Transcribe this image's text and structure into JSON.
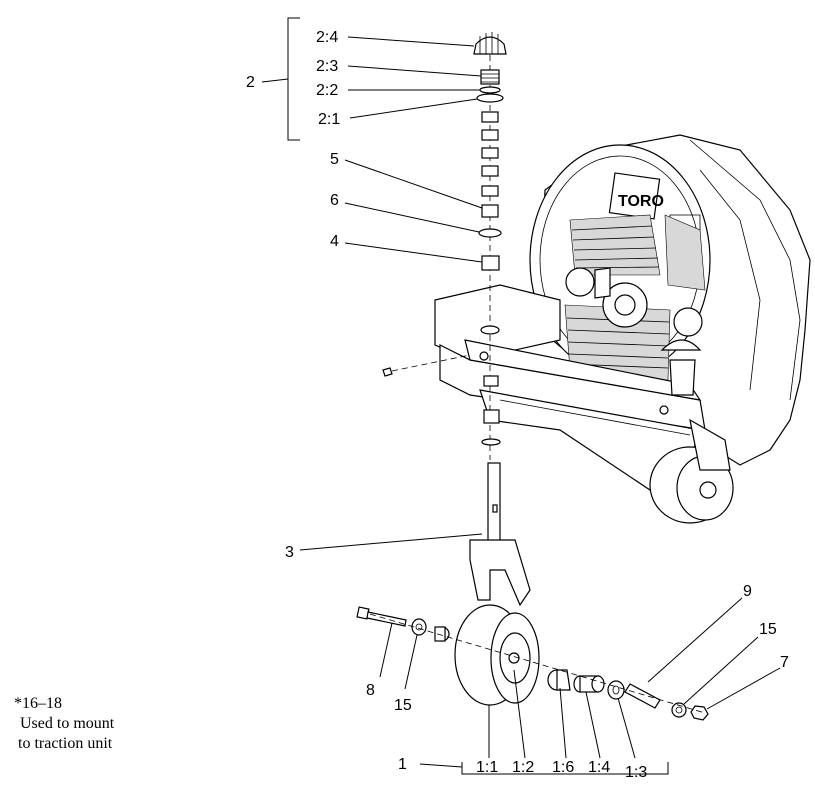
{
  "labels": {
    "l2": "2",
    "l2_4": "2:4",
    "l2_3": "2:3",
    "l2_2": "2:2",
    "l2_1": "2:1",
    "l5": "5",
    "l6": "6",
    "l4": "4",
    "l3": "3",
    "l9": "9",
    "l15a": "15",
    "l15b": "15",
    "l7": "7",
    "l8": "8",
    "l1": "1",
    "l1_1": "1:1",
    "l1_2": "1:2",
    "l1_6": "1:6",
    "l1_4": "1:4",
    "l1_3": "1:3"
  },
  "note": {
    "line1": "*16–18",
    "line2": "Used to mount",
    "line3": "to traction unit"
  },
  "logo_text": "TORO"
}
